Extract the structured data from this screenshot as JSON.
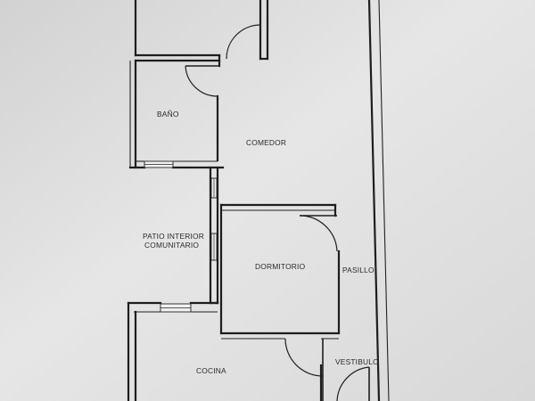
{
  "rooms": {
    "bano": "BAÑO",
    "comedor": "COMEDOR",
    "patio_line1": "PATIO INTERIOR",
    "patio_line2": "COMUNITARIO",
    "dormitorio": "DORMITORIO",
    "pasillo": "PASILLO",
    "cocina": "COCINA",
    "vestibulo": "VESTIBULO"
  },
  "colors": {
    "paper": "#e4e4e4",
    "lines": "#1e1e1e"
  }
}
